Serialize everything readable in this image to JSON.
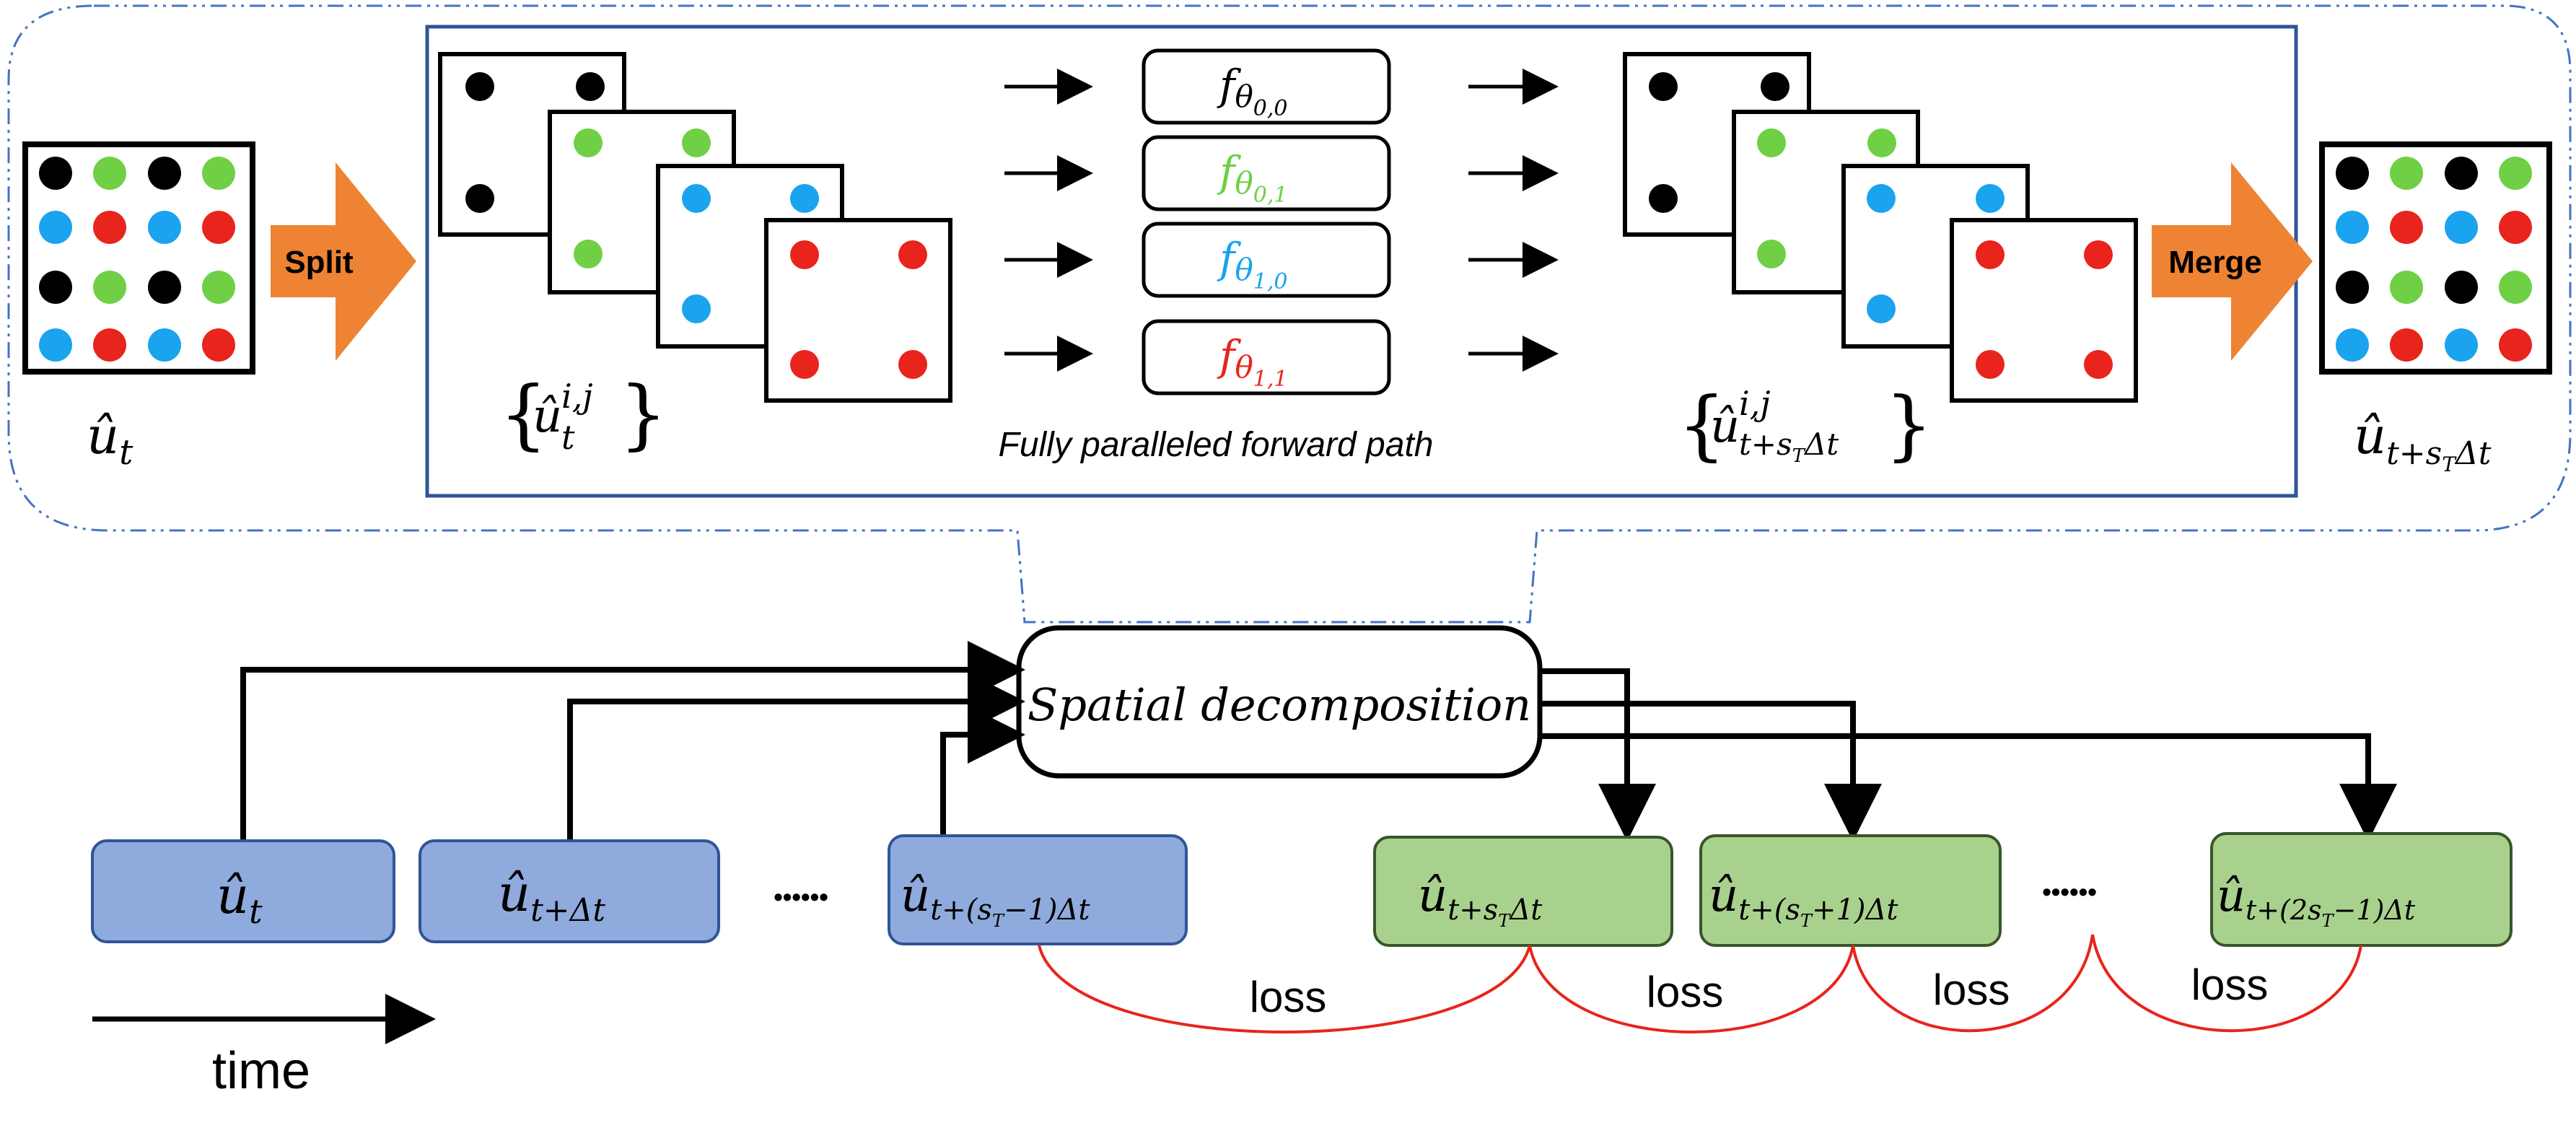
{
  "colors": {
    "black": "#000000",
    "green": "#6fcf45",
    "blue": "#1aa3ee",
    "red": "#e8241c",
    "orange": "#ee8433",
    "dash_blue": "#4472c4",
    "panel_border": "#2f5597",
    "blue_box_fill": "#8faadc",
    "blue_box_stroke": "#2f5597",
    "green_box_fill": "#a9d18e",
    "green_box_stroke": "#38562a",
    "loss_red": "#e8241c"
  },
  "top": {
    "input_label": "û",
    "input_sub": "t",
    "split_label": "Split",
    "merge_label": "Merge",
    "output_label": "û",
    "output_sub_a": "t+s",
    "output_sub_b": "T",
    "output_sub_c": "Δt",
    "sub_set_label": "û",
    "sub_set_sup": "i,j",
    "sub_set_sub": "t",
    "sub_set_out_label": "û",
    "sub_set_out_sup": "i,j",
    "sub_set_out_sub_a": "t+s",
    "sub_set_out_sub_b": "T",
    "sub_set_out_sub_c": "Δt",
    "forward_caption": "Fully paralleled forward path",
    "networks": [
      {
        "f": "f",
        "theta": "θ",
        "idx": "0,0",
        "color": "#000000"
      },
      {
        "f": "f",
        "theta": "θ",
        "idx": "0,1",
        "color": "#6fcf45"
      },
      {
        "f": "f",
        "theta": "θ",
        "idx": "1,0",
        "color": "#1aa3ee"
      },
      {
        "f": "f",
        "theta": "θ",
        "idx": "1,1",
        "color": "#e8241c"
      }
    ]
  },
  "bottom": {
    "spatial_label": "Spatial decomposition",
    "ellipsis": "••••••",
    "loss_label": "loss",
    "time_label": "time",
    "boxes": [
      {
        "u": "û",
        "sub": "t"
      },
      {
        "u": "û",
        "sub": "t+Δt"
      },
      {
        "u": "û",
        "sub_a": "t+(s",
        "sub_b": "T",
        "sub_c": "−1)Δt"
      },
      {
        "u": "û",
        "sub_a": "t+s",
        "sub_b": "T",
        "sub_c": "Δt"
      },
      {
        "u": "û",
        "sub_a": "t+(s",
        "sub_b": "T",
        "sub_c": "+1)Δt"
      },
      {
        "u": "û",
        "sub_a": "t+(2s",
        "sub_b": "T",
        "sub_c": "−1)Δt"
      }
    ]
  }
}
